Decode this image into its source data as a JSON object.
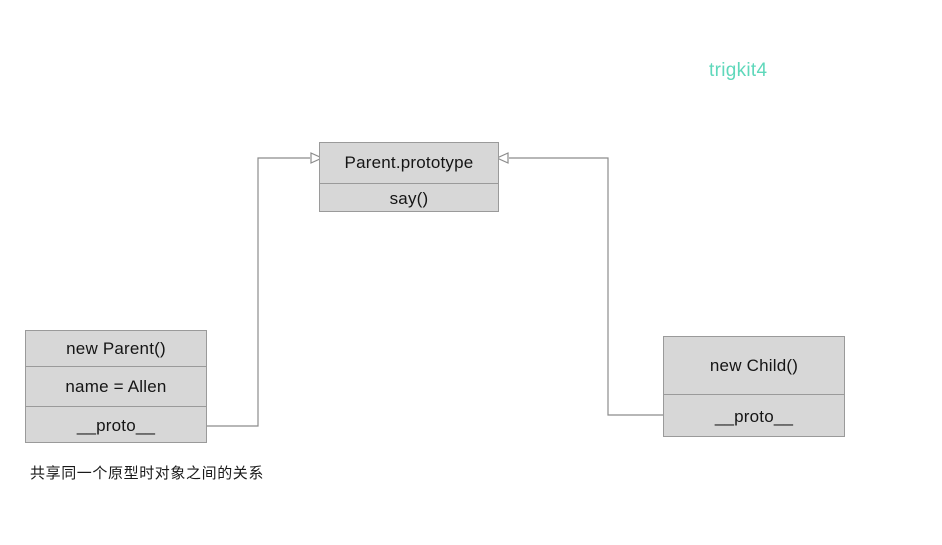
{
  "diagram": {
    "title_watermark": "trigkit4",
    "caption": "共享同一个原型时对象之间的关系",
    "colors": {
      "box_fill": "#d7d7d7",
      "box_border": "#9a9a9a",
      "connector": "#8c8c8c",
      "text": "#151515",
      "watermark": "#5fd8bb",
      "background": "#ffffff"
    },
    "boxes": [
      {
        "id": "parent-prototype",
        "rows": [
          {
            "label": "Parent.prototype"
          },
          {
            "label": "say()"
          }
        ]
      },
      {
        "id": "new-parent",
        "rows": [
          {
            "label": "new Parent()"
          },
          {
            "label": "name = Allen"
          },
          {
            "label": "__proto__"
          }
        ]
      },
      {
        "id": "new-child",
        "rows": [
          {
            "label": "new Child()"
          },
          {
            "label": "__proto__"
          }
        ]
      }
    ],
    "connectors": [
      {
        "id": "parent-proto-to-prototype",
        "from": "new-parent.__proto__",
        "to": "parent-prototype",
        "arrowhead": "open-triangle",
        "direction": "right"
      },
      {
        "id": "child-proto-to-prototype",
        "from": "new-child.__proto__",
        "to": "parent-prototype",
        "arrowhead": "open-triangle",
        "direction": "left"
      }
    ]
  }
}
